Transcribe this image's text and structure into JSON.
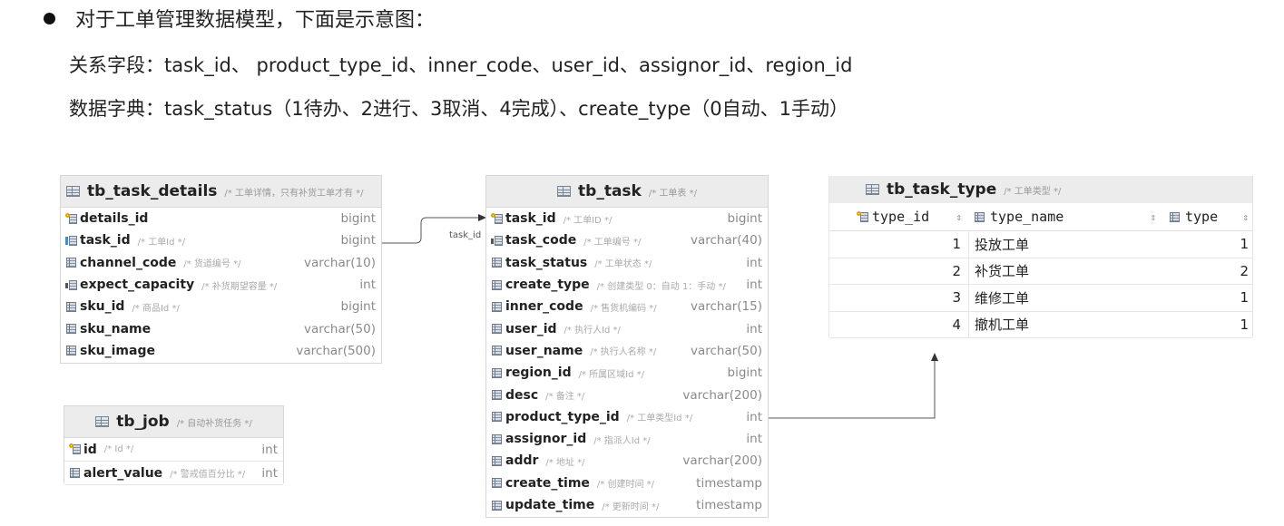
{
  "intro": {
    "bullet_text": "对于工单管理数据模型，下面是示意图：",
    "relation_fields": "关系字段：task_id、 product_type_id、inner_code、user_id、assignor_id、region_id",
    "dictionary": "数据字典：task_status（1待办、2进行、3取消、4完成）、create_type（0自动、1手动）"
  },
  "tables": {
    "task_details": {
      "name": "tb_task_details",
      "comment": "/* 工单详情，只有补货工单才有 */",
      "fields": [
        {
          "name": "details_id",
          "comment": "",
          "type": "bigint",
          "icon": "key"
        },
        {
          "name": "task_id",
          "comment": "/* 工单Id */",
          "type": "bigint",
          "icon": "fk"
        },
        {
          "name": "channel_code",
          "comment": "/* 货道编号 */",
          "type": "varchar(10)",
          "icon": "col"
        },
        {
          "name": "expect_capacity",
          "comment": "/* 补货期望容量 */",
          "type": "int",
          "icon": "idx"
        },
        {
          "name": "sku_id",
          "comment": "/* 商品Id */",
          "type": "bigint",
          "icon": "col"
        },
        {
          "name": "sku_name",
          "comment": "",
          "type": "varchar(50)",
          "icon": "col"
        },
        {
          "name": "sku_image",
          "comment": "",
          "type": "varchar(500)",
          "icon": "col"
        }
      ]
    },
    "job": {
      "name": "tb_job",
      "comment": "/* 自动补货任务 */",
      "fields": [
        {
          "name": "id",
          "comment": "/* Id */",
          "type": "int",
          "icon": "key"
        },
        {
          "name": "alert_value",
          "comment": "/* 警戒值百分比 */",
          "type": "int",
          "icon": "col"
        }
      ]
    },
    "task": {
      "name": "tb_task",
      "comment": "/* 工单表 */",
      "fields": [
        {
          "name": "task_id",
          "comment": "/* 工单ID */",
          "type": "bigint",
          "icon": "key"
        },
        {
          "name": "task_code",
          "comment": "/* 工单编号 */",
          "type": "varchar(40)",
          "icon": "idx"
        },
        {
          "name": "task_status",
          "comment": "/* 工单状态 */",
          "type": "int",
          "icon": "col"
        },
        {
          "name": "create_type",
          "comment": "/* 创建类型 0：自动 1：手动 */",
          "type": "int",
          "icon": "col"
        },
        {
          "name": "inner_code",
          "comment": "/* 售货机编码 */",
          "type": "varchar(15)",
          "icon": "col"
        },
        {
          "name": "user_id",
          "comment": "/* 执行人Id */",
          "type": "int",
          "icon": "col"
        },
        {
          "name": "user_name",
          "comment": "/* 执行人名称 */",
          "type": "varchar(50)",
          "icon": "col"
        },
        {
          "name": "region_id",
          "comment": "/* 所属区域Id */",
          "type": "bigint",
          "icon": "col"
        },
        {
          "name": "desc",
          "comment": "/* 备注 */",
          "type": "varchar(200)",
          "icon": "col"
        },
        {
          "name": "product_type_id",
          "comment": "/* 工单类型Id */",
          "type": "int",
          "icon": "col"
        },
        {
          "name": "assignor_id",
          "comment": "/* 指派人Id */",
          "type": "int",
          "icon": "col"
        },
        {
          "name": "addr",
          "comment": "/* 地址 */",
          "type": "varchar(200)",
          "icon": "col"
        },
        {
          "name": "create_time",
          "comment": "/* 创建时间 */",
          "type": "timestamp",
          "icon": "col"
        },
        {
          "name": "update_time",
          "comment": "/* 更新时间 */",
          "type": "timestamp",
          "icon": "col"
        }
      ]
    },
    "task_type": {
      "name": "tb_task_type",
      "comment": "/* 工单类型 */",
      "columns": [
        "type_id",
        "type_name",
        "type"
      ],
      "sort_glyph": "⇕",
      "rows": [
        {
          "type_id": "1",
          "type_name": "投放工单",
          "type": "1"
        },
        {
          "type_id": "2",
          "type_name": "补货工单",
          "type": "2"
        },
        {
          "type_id": "3",
          "type_name": "维修工单",
          "type": "1"
        },
        {
          "type_id": "4",
          "type_name": "撤机工单",
          "type": "1"
        }
      ]
    }
  },
  "connector_label": "task_id"
}
